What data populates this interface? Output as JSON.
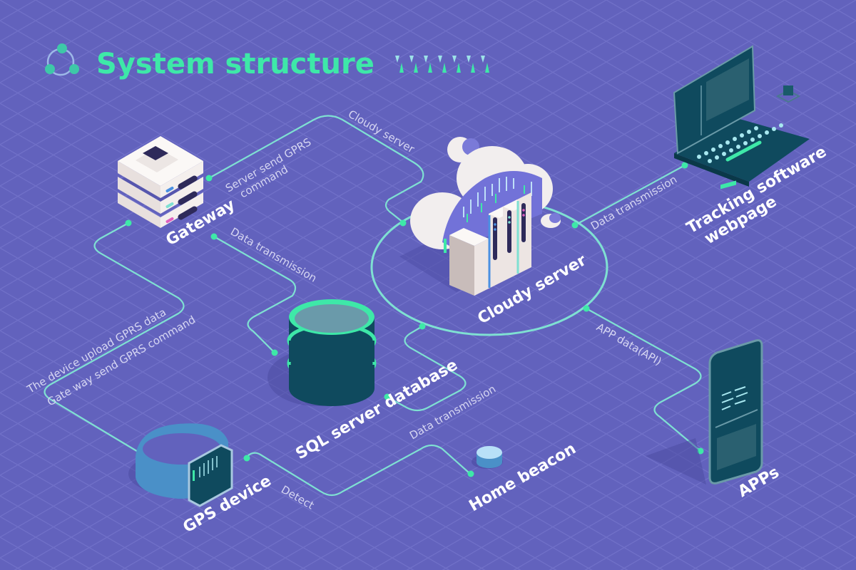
{
  "title": "System structure",
  "colors": {
    "background": "#6262bd",
    "accent": "#3ee8a8",
    "line": "#7fe0d2",
    "label": "#ffffff",
    "sublabel": "#d6d6f2"
  },
  "icons": {
    "title_icon": "network-nodes-icon",
    "title_decoration": "zigzag-triangles-icon"
  },
  "nodes": {
    "gateway": "Gateway",
    "cloudy_server": "Cloudy server",
    "sql_database": "SQL server database",
    "gps_device": "GPS device",
    "home_beacon": "Home beacon",
    "tracking_webpage_line1": "Tracking software",
    "tracking_webpage_line2": "webpage",
    "apps": "APPs"
  },
  "connections": {
    "server_send_line1": "Server send GPRS",
    "server_send_line2": "command",
    "cloudy_server": "Cloudy server",
    "gateway_to_db": "Data transmission",
    "db_to_cloud": "Data transmission",
    "cloud_to_web": "Data transmission",
    "app_data": "APP data(API)",
    "device_upload": "The device upload GPRS data",
    "gateway_send": "Gate way send GPRS command",
    "detect": "Detect"
  }
}
